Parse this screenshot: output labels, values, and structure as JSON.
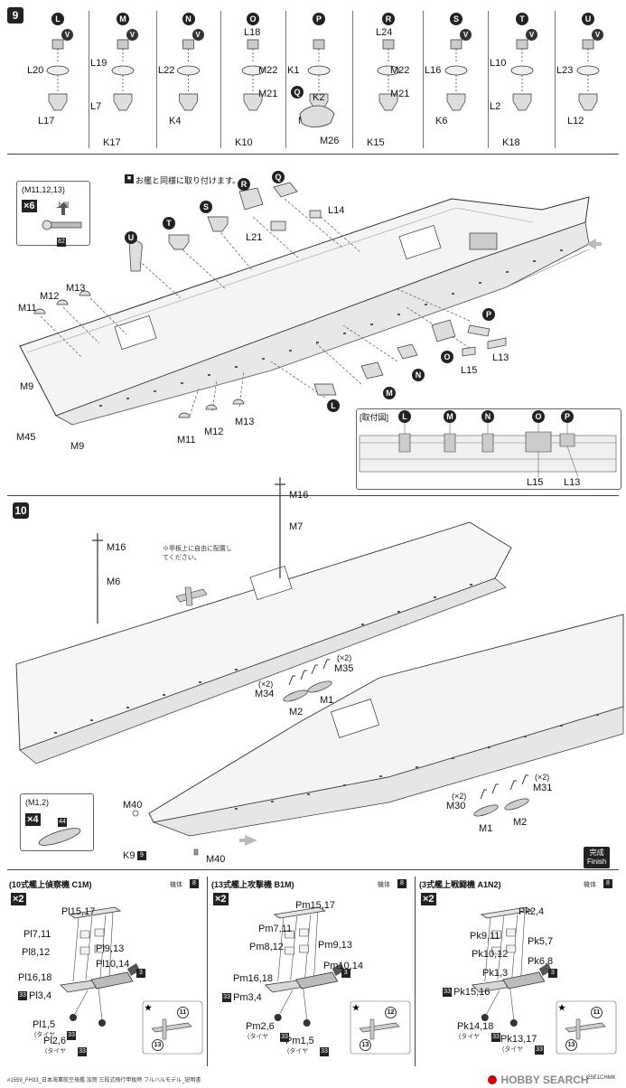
{
  "step9": {
    "number": "9",
    "subs": [
      {
        "letter": "L",
        "parts": [
          "L20",
          "L17"
        ]
      },
      {
        "letter": "M",
        "parts": [
          "L19",
          "L7",
          "K17"
        ]
      },
      {
        "letter": "N",
        "parts": [
          "L22",
          "K4"
        ]
      },
      {
        "letter": "O",
        "parts": [
          "L18",
          "M22",
          "M21",
          "K10"
        ]
      },
      {
        "letter": "P",
        "parts": [
          "K1",
          "M26"
        ]
      },
      {
        "letter": "Q",
        "parts": [
          "K2",
          "M26"
        ]
      },
      {
        "letter": "R",
        "parts": [
          "L24",
          "M22",
          "M21",
          "K15"
        ]
      },
      {
        "letter": "S",
        "parts": [
          "L16",
          "K6"
        ]
      },
      {
        "letter": "T",
        "parts": [
          "L10",
          "L2",
          "K18"
        ]
      },
      {
        "letter": "U",
        "parts": [
          "L23",
          "L12"
        ]
      }
    ],
    "v_marker": "V",
    "note": "お艦と同様に取り付けます。",
    "inset_title": "(M11,12,13)",
    "inset_mult": "×6",
    "inset_up": "上側",
    "inset_part": "62",
    "labels": [
      "M13",
      "M12",
      "M11",
      "M9",
      "M45",
      "M9",
      "M11",
      "M12",
      "M13",
      "L21",
      "L14",
      "L15",
      "L13"
    ],
    "mount_title": "[取付図]",
    "mount_letters": [
      "L",
      "M",
      "N",
      "O",
      "P"
    ],
    "mount_labels": [
      "L15",
      "L13"
    ]
  },
  "step10": {
    "number": "10",
    "labels": {
      "m16a": "M16",
      "m7": "M7",
      "m16b": "M16",
      "m6": "M6",
      "note": "※甲板上に自由に配置してください。",
      "x2a": "(×2)",
      "m35": "M35",
      "x2b": "(×2)",
      "m34": "M34",
      "m1a": "M1",
      "m2a": "M2",
      "x2c": "(×2)",
      "m31": "M31",
      "x2d": "(×2)",
      "m30": "M30",
      "m1b": "M1",
      "m2b": "M2",
      "m40a": "M40",
      "k9": "K9",
      "k9num": "9",
      "m40b": "M40"
    },
    "inset_title": "(M1,2)",
    "inset_mult": "×4",
    "inset_part": "44",
    "finish_jp": "完成",
    "finish_en": "Finish"
  },
  "aircraft": [
    {
      "title": "(10式艦上偵察機 C1M)",
      "body_label": "機体",
      "body_num": "8",
      "mult": "×2",
      "parts": [
        "Pl15,17",
        "Pl7,11",
        "Pl8,12",
        "Pl9,13",
        "Pl10,14",
        "Pl16,18",
        "Pl3,4",
        "Pl1,5",
        "Pl2,6"
      ],
      "tire": "(タイヤ",
      "nums": [
        "3",
        "33",
        "33",
        "33",
        "11",
        "13"
      ]
    },
    {
      "title": "(13式艦上攻撃機 B1M)",
      "body_label": "機体",
      "body_num": "8",
      "mult": "×2",
      "parts": [
        "Pm15,17",
        "Pm7,11",
        "Pm8,12",
        "Pm9,13",
        "Pm10,14",
        "Pm16,18",
        "Pm3,4",
        "Pm2,6",
        "Pm1,5"
      ],
      "tire": "(タイヤ",
      "nums": [
        "3",
        "33",
        "33",
        "33",
        "12",
        "13"
      ]
    },
    {
      "title": "(3式艦上戦闘機 A1N2)",
      "body_label": "機体",
      "body_num": "8",
      "mult": "×2",
      "parts": [
        "Pk2,4",
        "Pk9,11",
        "Pk10,12",
        "Pk5,7",
        "Pk6,8",
        "Pk1,3",
        "Pk15,16",
        "Pk14,18",
        "Pk13,17"
      ],
      "tire": "(タイヤ",
      "nums": [
        "3",
        "33",
        "33",
        "33",
        "11",
        "13"
      ]
    }
  ],
  "footer": {
    "left": "#1559_FH33_日本海軍航空母艦 加賀 三段式飛行甲板時 フルハルモデル_説明書",
    "logo": "HOBBY SEARCH",
    "right": "25E1CHMK"
  }
}
